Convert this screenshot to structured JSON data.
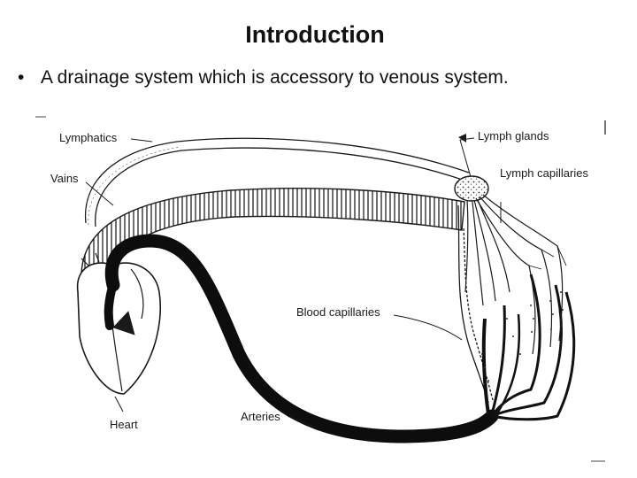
{
  "slide": {
    "title": "Introduction",
    "bullets": [
      {
        "marker": "•",
        "text": "A drainage system which is accessory to venous system."
      }
    ]
  },
  "diagram": {
    "labels": {
      "lymphatics": "Lymphatics",
      "veins": "Vains",
      "lymph_glands": "Lymph glands",
      "lymph_capillaries": "Lymph capillaries",
      "blood_capillaries": "Blood capillaries",
      "heart": "Heart",
      "arteries": "Arteries"
    },
    "colors": {
      "ink": "#1a1a1a",
      "artery": "#0d0d0d",
      "background": "#ffffff"
    }
  }
}
